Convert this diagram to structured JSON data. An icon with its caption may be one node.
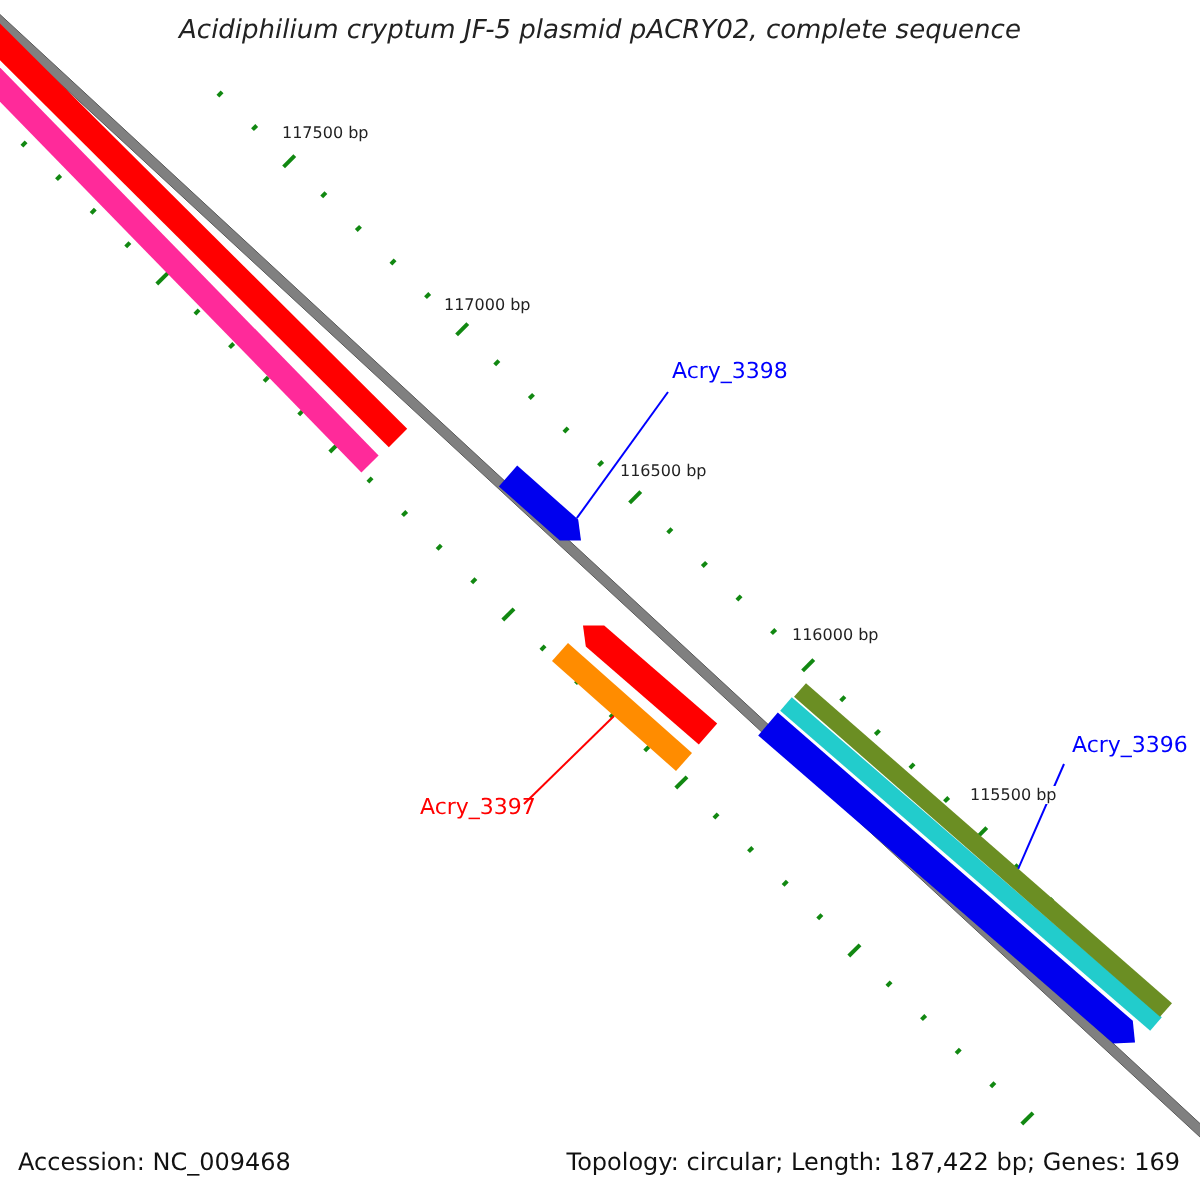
{
  "diagram": {
    "title": "Acidiphilium cryptum JF-5 plasmid pACRY02, complete sequence",
    "nodes": [
      {
        "text": [
          "Acry_3398"
        ]
      },
      {
        "text": [],
        "shape": "bar"
      },
      {
        "text": [
          "Acry_3397"
        ]
      },
      {
        "text": [],
        "shape": "bar"
      },
      {
        "text": [
          "Acry_3396"
        ]
      },
      {
        "text": [],
        "shape": "bar"
      }
    ],
    "edges": [
      {
        "from": 0,
        "to": 1,
        "arrow": "none"
      },
      {
        "from": 2,
        "to": 3,
        "arrow": "none",
        "color": "#ff0000"
      },
      {
        "from": 4,
        "to": 5,
        "arrow": "none"
      }
    ],
    "labels": [
      "117500 bp",
      "117000 bp",
      "116500 bp",
      "116000 bp",
      "115500 bp",
      "Accession: NC_009468",
      "Topology: circular; Length: 187,422 bp; Genes: 169"
    ]
  }
}
